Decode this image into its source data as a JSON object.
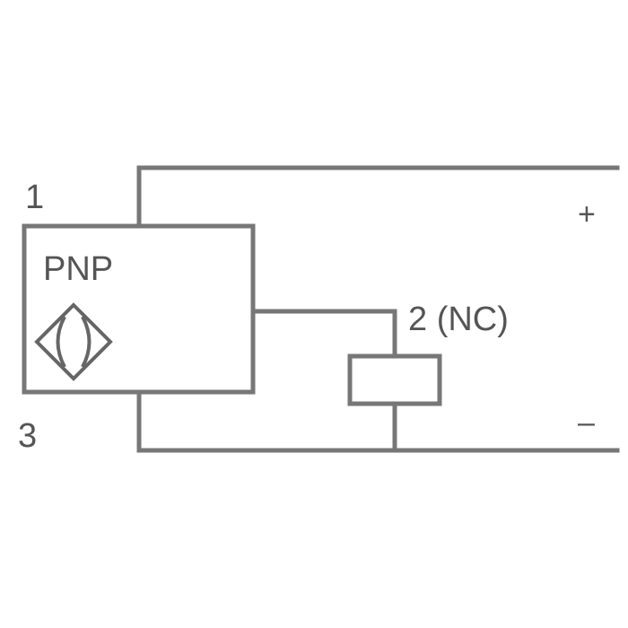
{
  "diagram": {
    "sensor_type": "PNP",
    "pin_1": "1",
    "pin_2": "2 (NC)",
    "pin_3": "3",
    "positive": "+",
    "negative": "–",
    "line_color": "#777777",
    "text_color": "#555555"
  }
}
